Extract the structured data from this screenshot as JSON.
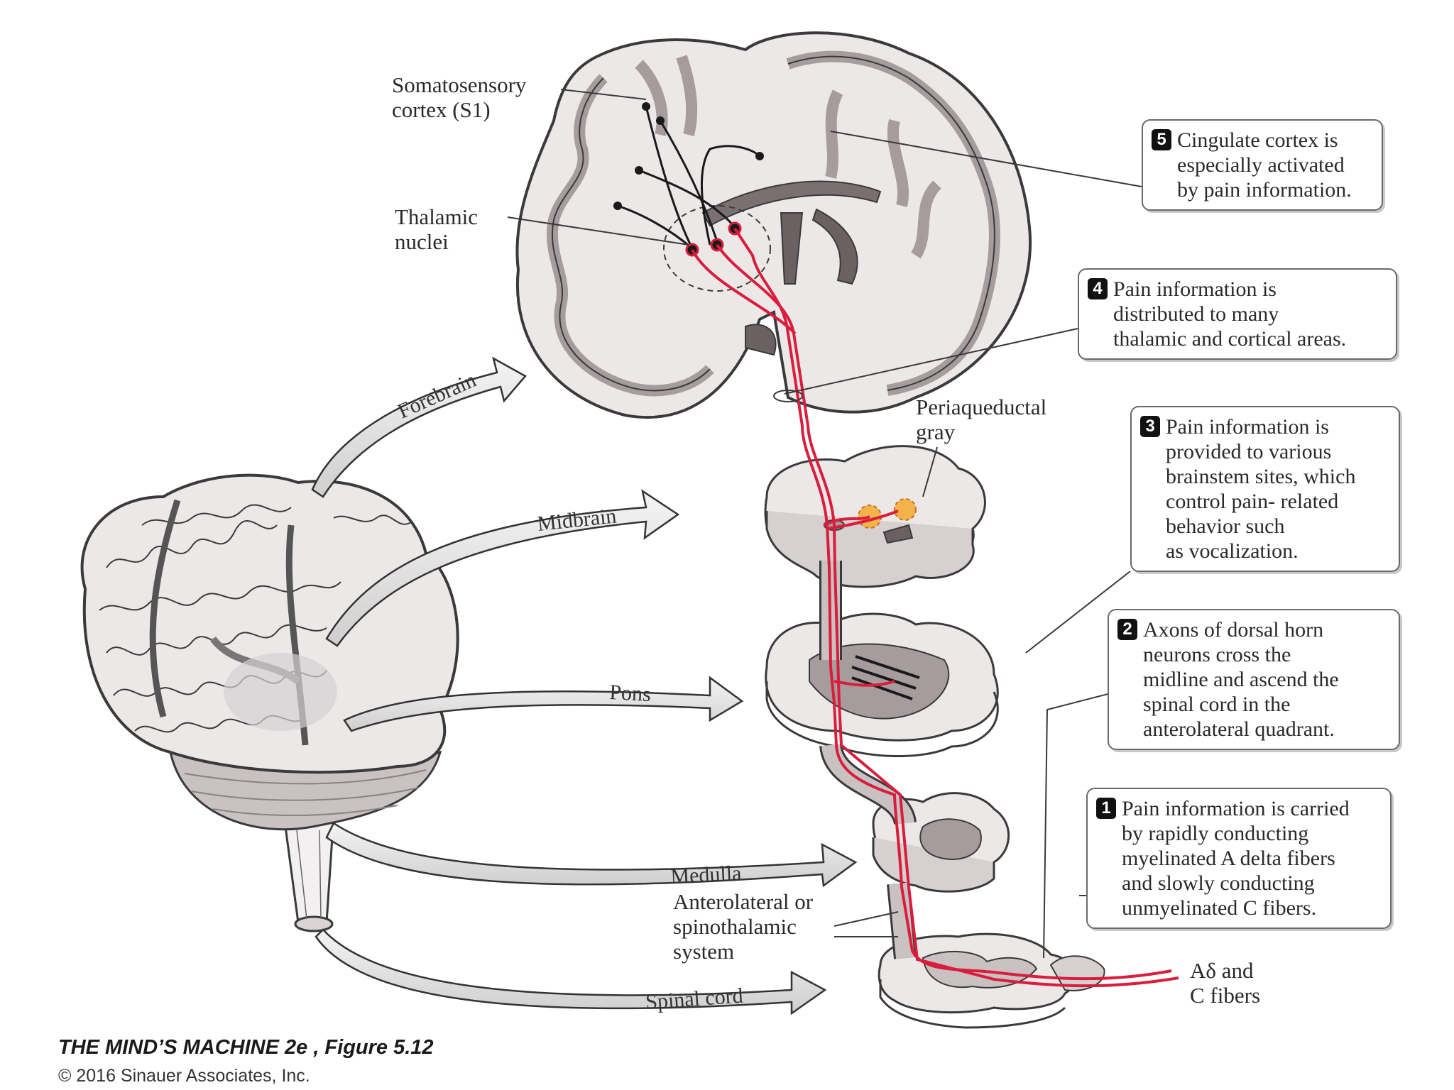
{
  "labels": {
    "somatosensory": "Somatosensory\ncortex (S1)",
    "thalamic": "Thalamic\nnuclei",
    "periaqueductal": "Periaqueductal\ngray",
    "anterolateral": "Anterolateral or\nspinothalamic\nsystem",
    "fibers": "Aδ and\nC fibers"
  },
  "arrows": {
    "forebrain": "Forebrain",
    "midbrain": "Midbrain",
    "pons": "Pons",
    "medulla": "Medulla",
    "spinal_cord": "Spinal cord"
  },
  "callouts": [
    {
      "num": "1",
      "text": "Pain information is carried\nby rapidly conducting\nmyelinated A delta fibers\nand slowly conducting\nunmyelinated C fibers."
    },
    {
      "num": "2",
      "text": "Axons of dorsal horn\nneurons cross the\nmidline and ascend the\nspinal cord in the\nanterolateral quadrant."
    },
    {
      "num": "3",
      "text": "Pain information is\nprovided to various\nbrainstem sites, which\ncontrol pain- related\nbehavior such\nas vocalization."
    },
    {
      "num": "4",
      "text": "Pain information is\ndistributed to many\nthalamic and cortical areas."
    },
    {
      "num": "5",
      "text": "Cingulate cortex is\nespecially activated\nby pain information."
    }
  ],
  "caption": {
    "title": "THE MIND’S MACHINE 2e , Figure 5.12",
    "copyright": "© 2016 Sinauer Associates, Inc."
  },
  "colors": {
    "pathway": "#d81e3c",
    "tissue": "#ece8e8",
    "gray_matter": "#a69c9e",
    "outline": "#3a3a3a",
    "arrow_fill": "#e6e6e6"
  }
}
